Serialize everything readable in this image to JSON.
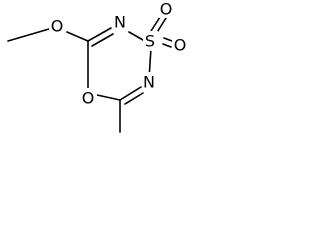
{
  "molecule": {
    "atoms": [
      {
        "id": "n1",
        "symbol": "N"
      },
      {
        "id": "s",
        "symbol": "S"
      },
      {
        "id": "o-sulfonyl-1",
        "symbol": "O"
      },
      {
        "id": "o-sulfonyl-2",
        "symbol": "O"
      },
      {
        "id": "n2",
        "symbol": "N"
      },
      {
        "id": "o-ring",
        "symbol": "O"
      },
      {
        "id": "o-methoxy",
        "symbol": "O"
      }
    ]
  },
  "colors": {
    "bond": "#000000",
    "label": "#000000",
    "background": "#ffffff"
  }
}
